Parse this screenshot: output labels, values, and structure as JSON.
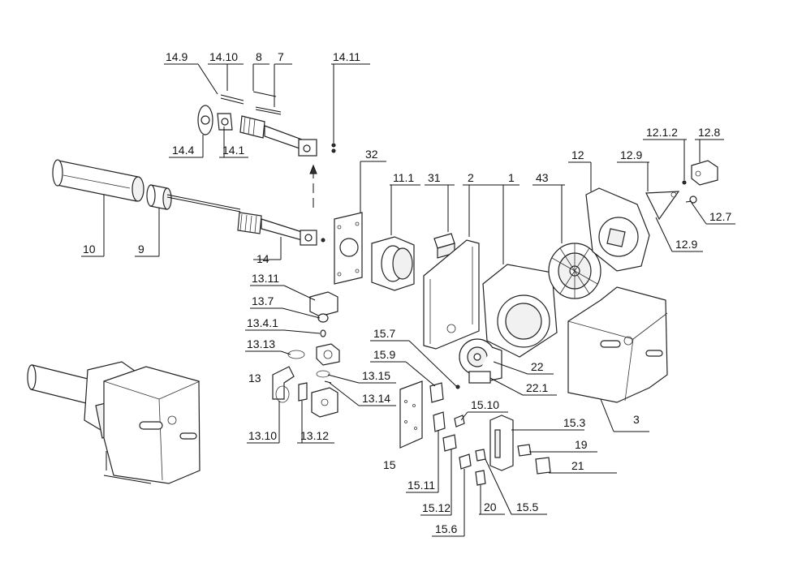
{
  "labels": {
    "l14_9": "14.9",
    "l14_10": "14.10",
    "l8": "8",
    "l7": "7",
    "l14_11": "14.11",
    "l14_4": "14.4",
    "l14_1": "14.1",
    "l10": "10",
    "l9": "9",
    "l14": "14",
    "l32": "32",
    "l11_1": "11.1",
    "l31": "31",
    "l2": "2",
    "l1": "1",
    "l43": "43",
    "l12": "12",
    "l12_9a": "12.9",
    "l12_1_2": "12.1.2",
    "l12_8": "12.8",
    "l12_7": "12.7",
    "l12_9b": "12.9",
    "l13_11": "13.11",
    "l13_7": "13.7",
    "l13_4_1": "13.4.1",
    "l13_13": "13.13",
    "l13": "13",
    "l13_15": "13.15",
    "l13_14": "13.14",
    "l13_10": "13.10",
    "l13_12": "13.12",
    "l15_7": "15.7",
    "l15_9": "15.9",
    "l22": "22",
    "l22_1": "22.1",
    "l3": "3",
    "l15_10": "15.10",
    "l15_3": "15.3",
    "l19": "19",
    "l21": "21",
    "l15": "15",
    "l15_11": "15.11",
    "l15_12": "15.12",
    "l20": "20",
    "l15_5": "15.5",
    "l15_6": "15.6"
  }
}
